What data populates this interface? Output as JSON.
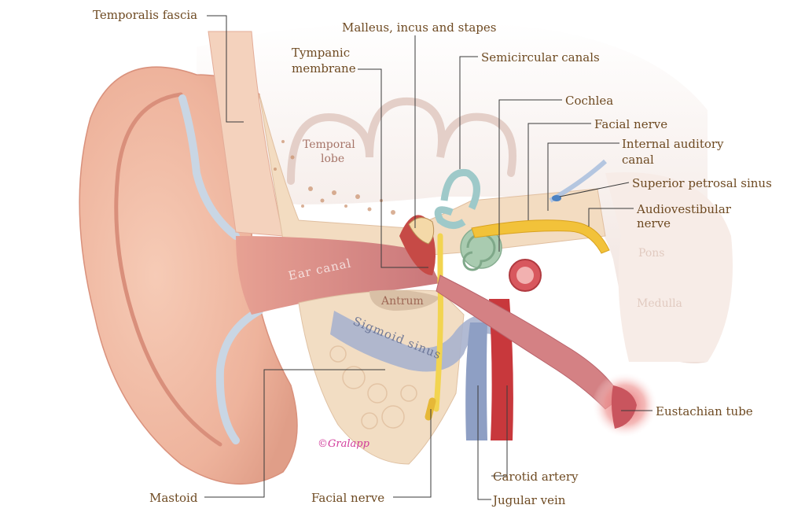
{
  "labels": {
    "temporalis_fascia": "Temporalis fascia",
    "ossicles": "Malleus, incus and stapes",
    "tympanic_membrane_line1": "Tympanic",
    "tympanic_membrane_line2": "membrane",
    "semicircular_canals": "Semicircular canals",
    "cochlea": "Cochlea",
    "facial_nerve_upper": "Facial nerve",
    "internal_auditory_canal_line1": "Internal auditory",
    "internal_auditory_canal_line2": "canal",
    "superior_petrosal_sinus": "Superior petrosal sinus",
    "audiovestibular_nerve_line1": "Audiovestibular",
    "audiovestibular_nerve_line2": "nerve",
    "eustachian_tube": "Eustachian tube",
    "carotid_artery": "Carotid artery",
    "jugular_vein": "Jugular vein",
    "facial_nerve_lower": "Facial nerve",
    "mastoid": "Mastoid"
  },
  "regions": {
    "temporal_lobe_line1": "Temporal",
    "temporal_lobe_line2": "lobe",
    "ear_canal": "Ear canal",
    "antrum": "Antrum",
    "sigmoid_sinus": "Sigmoid sinus",
    "pons": "Pons",
    "medulla": "Medulla"
  },
  "watermark": "©Gralapp",
  "colors": {
    "skin": "#f0b9a4",
    "skin_dark": "#dc8d7a",
    "bone": "#f6e2cc",
    "brain": "#f1e3df",
    "cochlea": "#a9cbb0",
    "semicircular": "#9ec9c9",
    "nerve": "#f2c23a",
    "artery": "#c8383c",
    "vein": "#8e9fc4",
    "label_text": "#6e4a22"
  }
}
